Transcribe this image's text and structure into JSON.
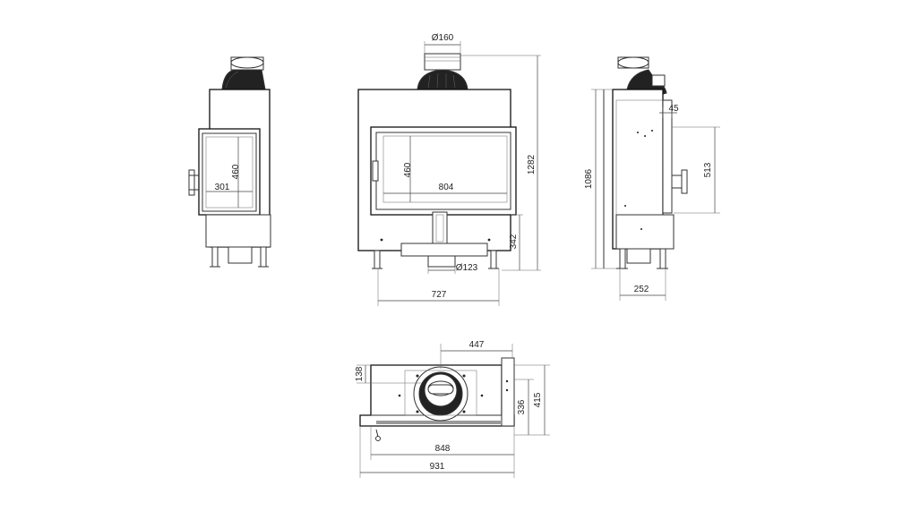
{
  "dimensions": {
    "flue_diameter": "Ø160",
    "overall_height": "1282",
    "door_height_front": "460",
    "door_width_front": "804",
    "base_height": "342",
    "air_inlet_diameter": "Ø123",
    "base_width_front": "727",
    "door_height_side": "460",
    "door_width_side": "301",
    "side_offset": "45",
    "side_opening_height": "513",
    "body_height": "1086",
    "side_base_width": "252",
    "top_depth_upper": "447",
    "top_offset": "138",
    "top_depth_inner": "336",
    "top_depth_outer": "415",
    "top_width_inner": "848",
    "top_width_outer": "931"
  }
}
